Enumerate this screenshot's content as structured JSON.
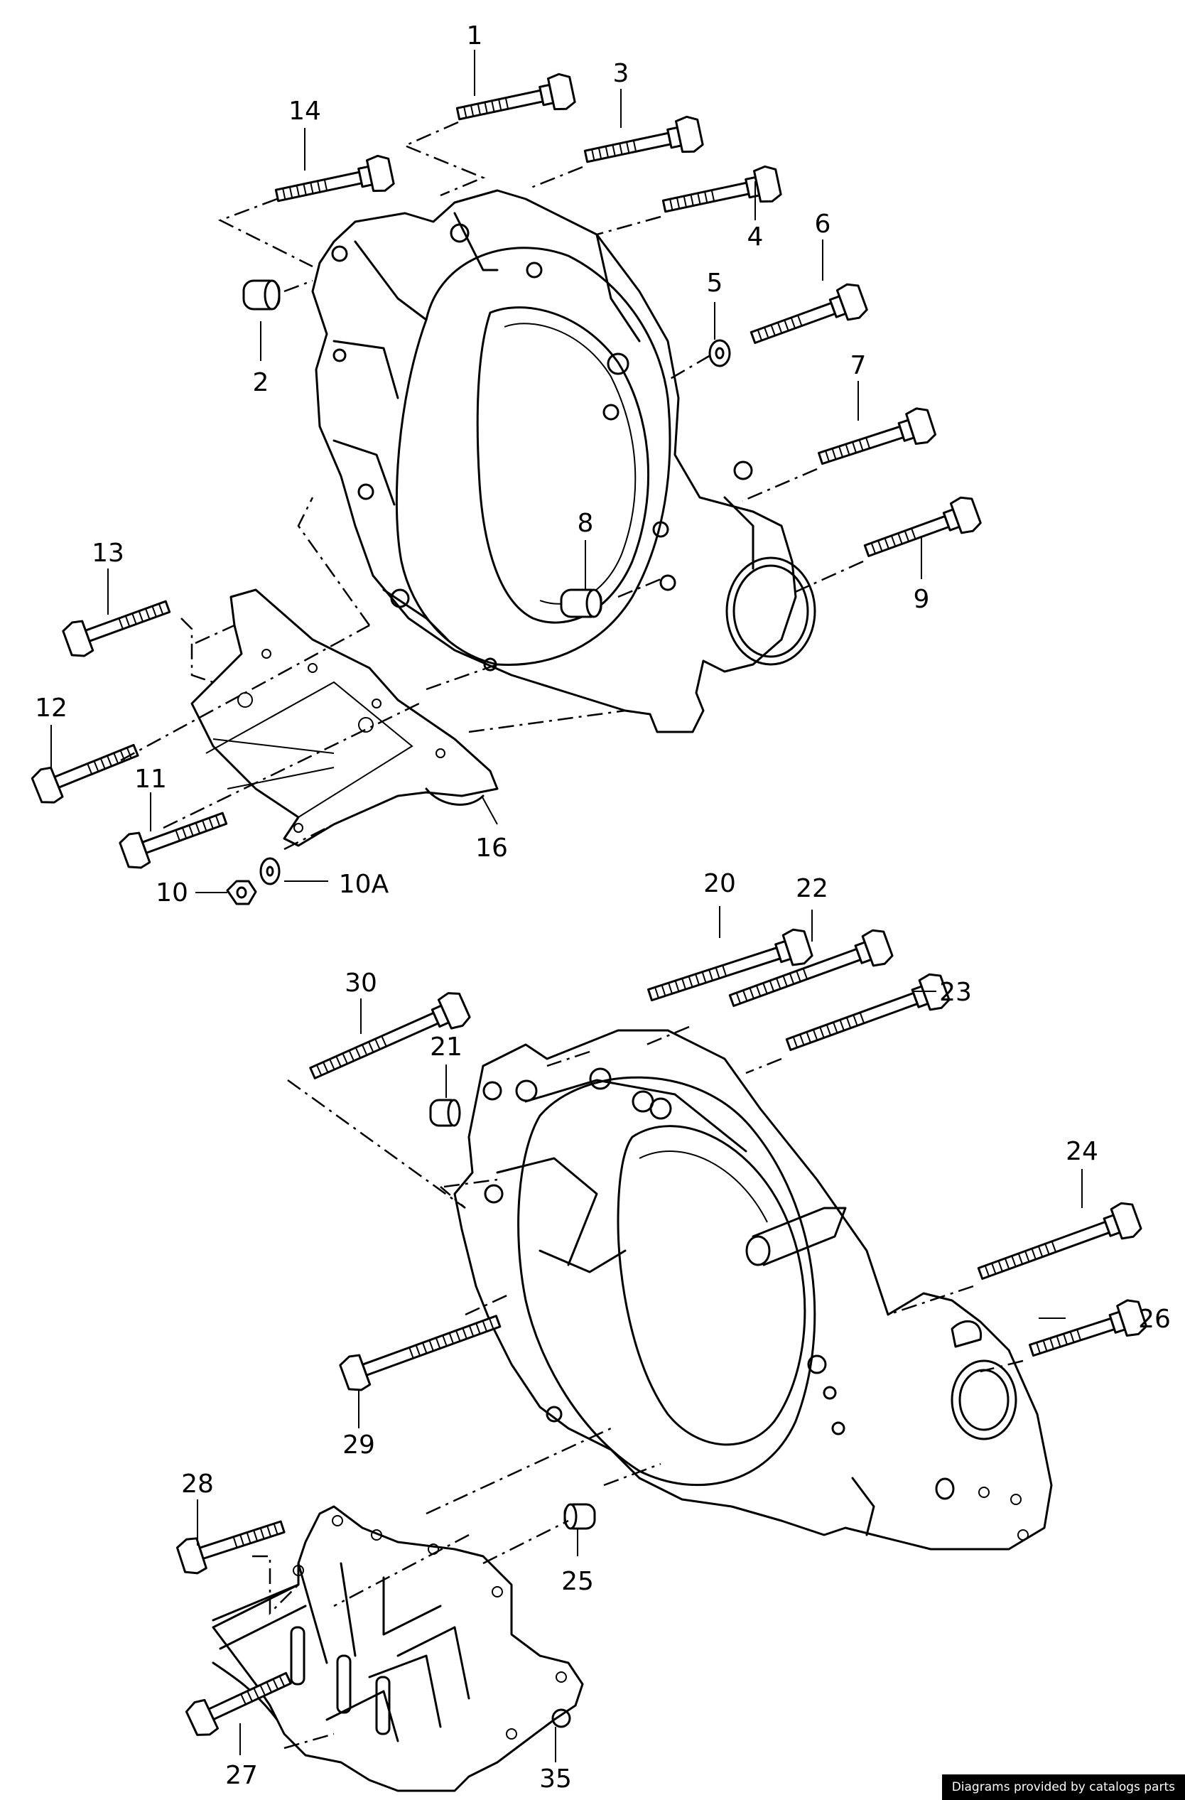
{
  "callouts": {
    "c1": "1",
    "c2": "2",
    "c3": "3",
    "c4": "4",
    "c5": "5",
    "c6": "6",
    "c7": "7",
    "c8": "8",
    "c9": "9",
    "c10": "10",
    "c10A": "10A",
    "c11": "11",
    "c12": "12",
    "c13": "13",
    "c14": "14",
    "c16": "16",
    "c20": "20",
    "c21": "21",
    "c22": "22",
    "c23": "23",
    "c24": "24",
    "c25": "25",
    "c26": "26",
    "c27": "27",
    "c28": "28",
    "c29": "29",
    "c30": "30",
    "c35": "35"
  },
  "footer": {
    "credit": "Diagrams provided by catalogs parts"
  }
}
